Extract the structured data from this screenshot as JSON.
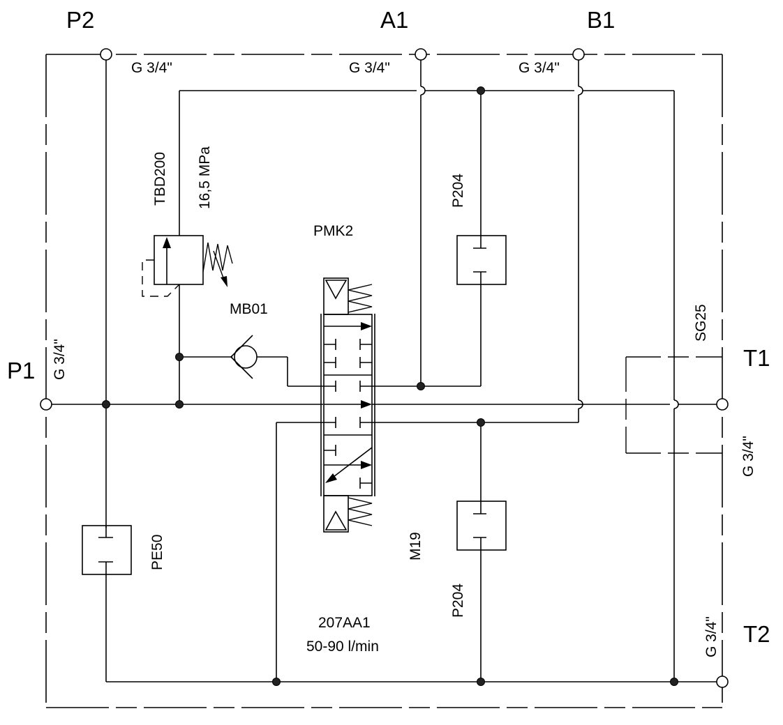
{
  "diagram": {
    "type": "hydraulic-schematic",
    "ports": [
      {
        "id": "P1",
        "label": "P1",
        "thread": "G 3/4\""
      },
      {
        "id": "P2",
        "label": "P2",
        "thread": "G 3/4\""
      },
      {
        "id": "A1",
        "label": "A1",
        "thread": "G 3/4\""
      },
      {
        "id": "B1",
        "label": "B1",
        "thread": "G 3/4\""
      },
      {
        "id": "T1",
        "label": "T1",
        "thread": "G 3/4\""
      },
      {
        "id": "T2",
        "label": "T2",
        "thread": "G 3/4\""
      }
    ],
    "components": {
      "relief_valve": {
        "model": "TBD200",
        "setting": "16,5 MPa"
      },
      "check_valve": {
        "model": "MB01"
      },
      "directional_valve": {
        "model": "PMK2"
      },
      "valve_body": {
        "model": "207AA1",
        "flow": "50-90 l/min"
      },
      "solenoid": {
        "model": "M19"
      },
      "plug_top": {
        "model": "P204"
      },
      "plug_bottom": {
        "model": "P204"
      },
      "plug_left": {
        "model": "PE50"
      },
      "sandwich_block": {
        "model": "SG25"
      }
    }
  }
}
